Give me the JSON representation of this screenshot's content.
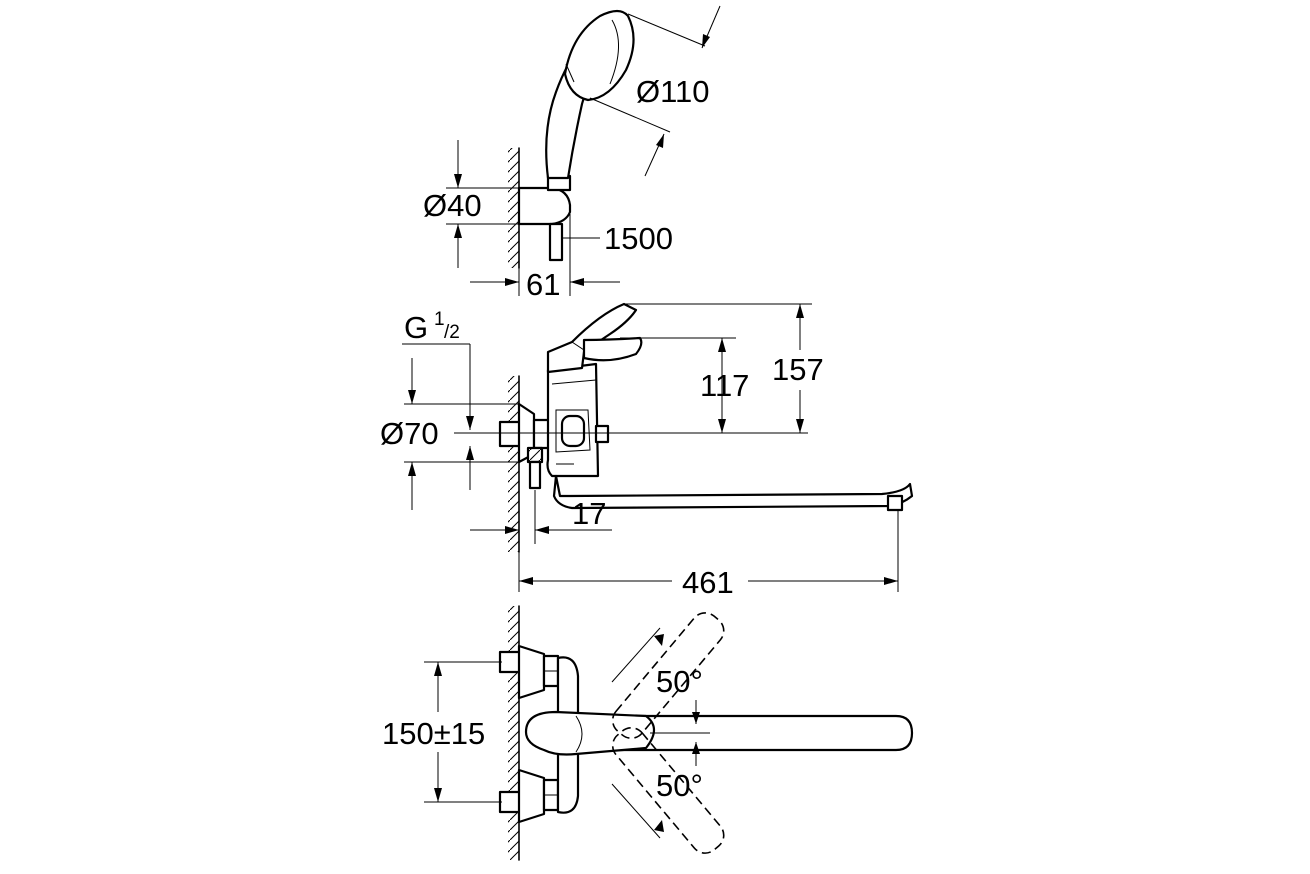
{
  "dimensions": {
    "head_diameter": "Ø110",
    "holder_diameter": "Ø40",
    "hose_length": "1500",
    "holder_projection": "61",
    "thread_prefix": "G",
    "thread_num": "1",
    "thread_den": "/2",
    "flange_diameter": "Ø70",
    "outlet_height": "117",
    "total_height": "157",
    "eccentric_offset": "17",
    "spout_reach": "461",
    "inlet_centres": "150±15",
    "swivel_upper": "50°",
    "swivel_lower": "50°"
  }
}
